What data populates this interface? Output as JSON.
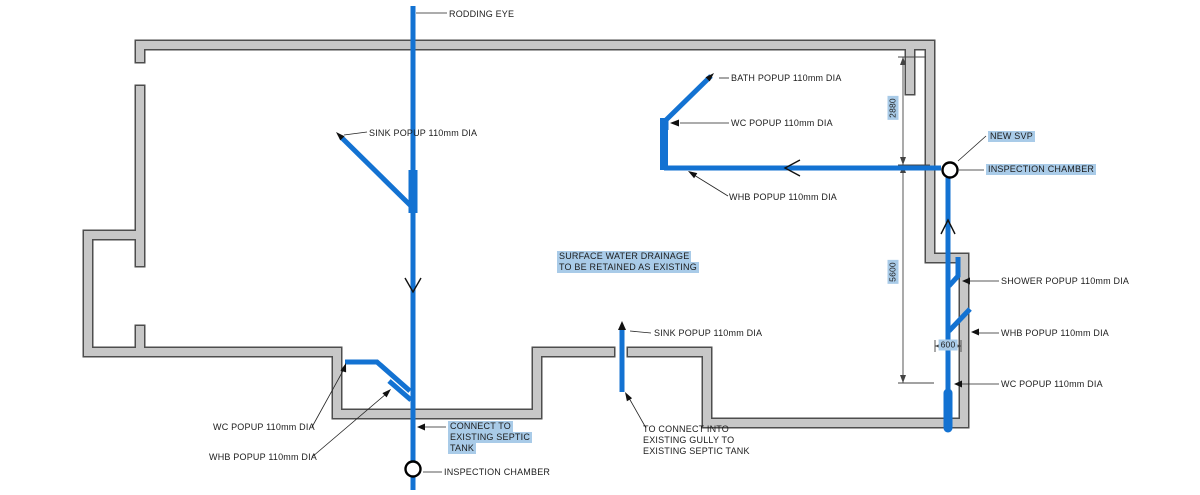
{
  "drawing": {
    "type": "drainage-plan",
    "colors": {
      "pipe_blue": "#1372d2",
      "wall_fill": "#c7c7c7",
      "wall_edge": "#4d4d4d",
      "highlight": "#a9cbe8",
      "text": "#1c1c1c"
    },
    "labels": {
      "rodding_eye": "RODDING EYE",
      "sink_popup_upper": "SINK POPUP 110mm DIA",
      "bath_popup": "BATH POPUP 110mm DIA",
      "wc_popup_upper": "WC POPUP 110mm DIA",
      "whb_popup_upper": "WHB POPUP 110mm DIA",
      "new_svp": "NEW SVP",
      "inspection_chamber_right": "INSPECTION CHAMBER",
      "shower_popup": "SHOWER POPUP 110mm DIA",
      "whb_popup_right": "WHB POPUP 110mm DIA",
      "wc_popup_right": "WC POPUP 110mm DIA",
      "sink_popup_lower": "SINK POPUP 110mm DIA",
      "wc_popup_lower": "WC POPUP 110mm DIA",
      "whb_popup_lower": "WHB POPUP 110mm DIA",
      "inspection_chamber_bottom": "INSPECTION CHAMBER"
    },
    "notes": {
      "surface_water": [
        "SURFACE WATER DRAINAGE",
        "TO BE RETAINED AS EXISTING"
      ],
      "connect_septic": [
        "CONNECT TO",
        "EXISTING SEPTIC",
        "TANK"
      ],
      "gully": [
        "TO CONNECT INTO",
        "EXISTING GULLY TO",
        "EXISTING SEPTIC TANK"
      ]
    },
    "dimensions": {
      "vertical_upper": "2880",
      "vertical_lower": "5600",
      "duct_width": "600"
    }
  }
}
